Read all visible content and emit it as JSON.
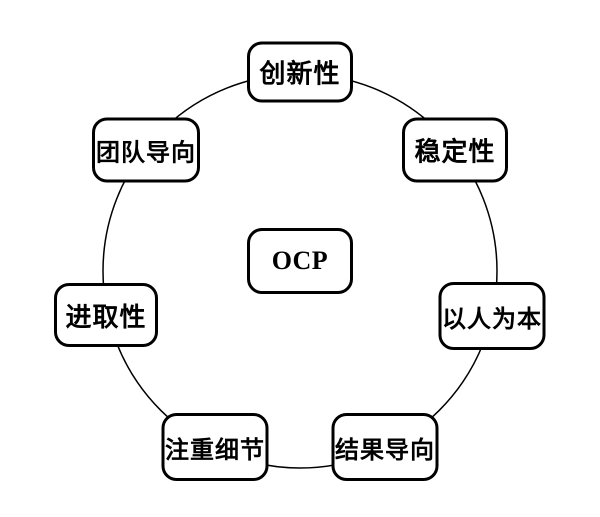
{
  "diagram": {
    "title": "OCP organizational culture profile cycle diagram",
    "center": {
      "label": "OCP"
    },
    "nodes": [
      {
        "id": "innovation",
        "label": "创新性",
        "position": "top"
      },
      {
        "id": "stability",
        "label": "稳定性",
        "position": "top-right"
      },
      {
        "id": "people-oriented",
        "label": "以人为本",
        "position": "right"
      },
      {
        "id": "results-oriented",
        "label": "结果导向",
        "position": "bottom-right"
      },
      {
        "id": "attention-to-detail",
        "label": "注重细节",
        "position": "bottom-left"
      },
      {
        "id": "enterprising",
        "label": "进取性",
        "position": "left"
      },
      {
        "id": "team-oriented",
        "label": "团队导向",
        "position": "top-left"
      }
    ],
    "colors": {
      "background": "#ffffff",
      "box_border": "#000000",
      "ring_line": "#000000",
      "text": "#000000"
    }
  }
}
